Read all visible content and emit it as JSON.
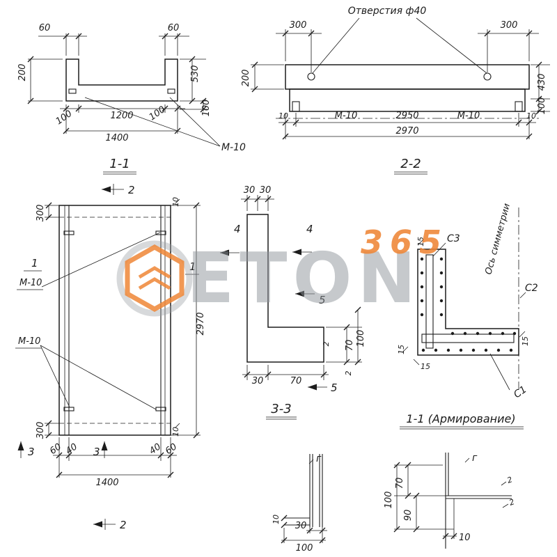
{
  "watermark": {
    "brand": "ETON",
    "number": "365"
  },
  "s11": {
    "title": "1-1",
    "d60l": "60",
    "d60r": "60",
    "d200": "200",
    "d100bl": "100",
    "d1200": "1200",
    "d100br": "100",
    "d1400": "1400",
    "d530": "530",
    "d100r": "100",
    "m10": "М-10"
  },
  "s22": {
    "title": "2-2",
    "holes": "Отверстия ф40",
    "d300l": "300",
    "d300r": "300",
    "d200": "200",
    "d430": "430",
    "d100": "100",
    "d10l": "10",
    "m10l": "М-10",
    "d2950": "2950",
    "m10r": "М-10",
    "d10r": "10",
    "d2970": "2970"
  },
  "plan": {
    "m2top": "2",
    "m2bot": "2",
    "m1l": "1",
    "m1r": "1",
    "m3a": "3",
    "m3b": "3",
    "m10a": "М-10",
    "m10b": "М-10",
    "d300t": "300",
    "d300b": "300",
    "d2970": "2970",
    "d10t": "10",
    "d10b": "10",
    "d60l": "60",
    "d40l": "40",
    "d40r": "40",
    "d60r": "60",
    "d1400": "1400"
  },
  "s33": {
    "title": "3-3",
    "d30a": "30",
    "d30b": "30",
    "m4a": "4",
    "m4b": "4",
    "m5a": "5",
    "m5b": "5",
    "d30bot": "30",
    "d70bot": "70",
    "d70r": "70",
    "d100r": "100",
    "r2a": "2",
    "r2b": "2"
  },
  "reinf": {
    "title": "1-1 (Армирование)",
    "axis": "Ось симметрии",
    "c1": "С1",
    "c2": "С2",
    "c3": "С3",
    "d15a": "15",
    "d15b": "15",
    "d15c": "15",
    "d15d": "15"
  },
  "detg1": {
    "g": "г",
    "d10": "10",
    "d30": "30",
    "d100": "100"
  },
  "detg2": {
    "g": "г",
    "r2a": "2",
    "r2b": "2",
    "d100": "100",
    "d70": "70",
    "d90": "90",
    "d10": "10"
  }
}
